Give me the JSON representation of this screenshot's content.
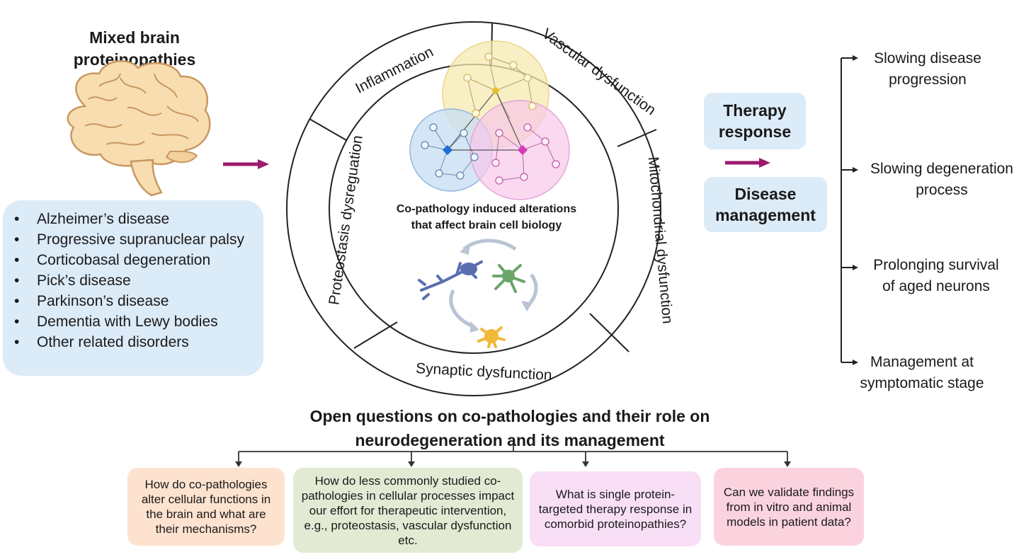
{
  "left": {
    "title_line1": "Mixed brain",
    "title_line2": "proteinopathies",
    "diseases": [
      "Alzheimer’s disease",
      "Progressive supranuclear palsy",
      "Corticobasal degeneration",
      "Pick’s disease",
      "Parkinson’s disease",
      "Dementia with Lewy bodies",
      "Other related disorders"
    ]
  },
  "wheel": {
    "segments": {
      "inflammation": "Inflammation",
      "vascular": "Vascular dysfunction",
      "mitochondrial": "Mitochondrial dysfunction",
      "synaptic": "Synaptic dysfunction",
      "proteostasis": "Proteostasis dysreguation"
    },
    "center_line1": "Co-pathology induced alterations",
    "center_line2": "that affect brain cell biology"
  },
  "right": {
    "therapy_line1": "Therapy",
    "therapy_line2": "response",
    "management_line1": "Disease",
    "management_line2": "management",
    "outcomes": [
      {
        "line1": "Slowing disease",
        "line2": "progression"
      },
      {
        "line1": "Slowing degeneration",
        "line2": "process"
      },
      {
        "line1": "Prolonging survival",
        "line2": "of aged neurons"
      },
      {
        "line1": "Management at",
        "line2": "symptomatic stage"
      }
    ]
  },
  "bottom": {
    "title_line1": "Open questions on co-pathologies and their role on",
    "title_line2": "neurodegeneration and its management",
    "questions": [
      "How do co-pathologies alter cellular functions in the brain and what are their mechanisms?",
      "How do less commonly studied co-pathologies in cellular processes impact our effort for therapeutic intervention, e.g., proteostasis, vascular dysfunction etc.",
      "What is single protein-targeted therapy response in comorbid proteinopathies?",
      "Can we validate findings from in vitro and animal models in patient data?"
    ]
  },
  "colors": {
    "accent_arrow": "#9b1b6e",
    "light_blue": "#dcebf8",
    "peach": "#fde3cf",
    "sage": "#e3ead4",
    "lavender": "#f8dff6",
    "pink": "#fbd3df",
    "network_yellow": "#f7e9b0",
    "network_blue": "#c9dff3",
    "network_pink": "#f6c7ea"
  }
}
